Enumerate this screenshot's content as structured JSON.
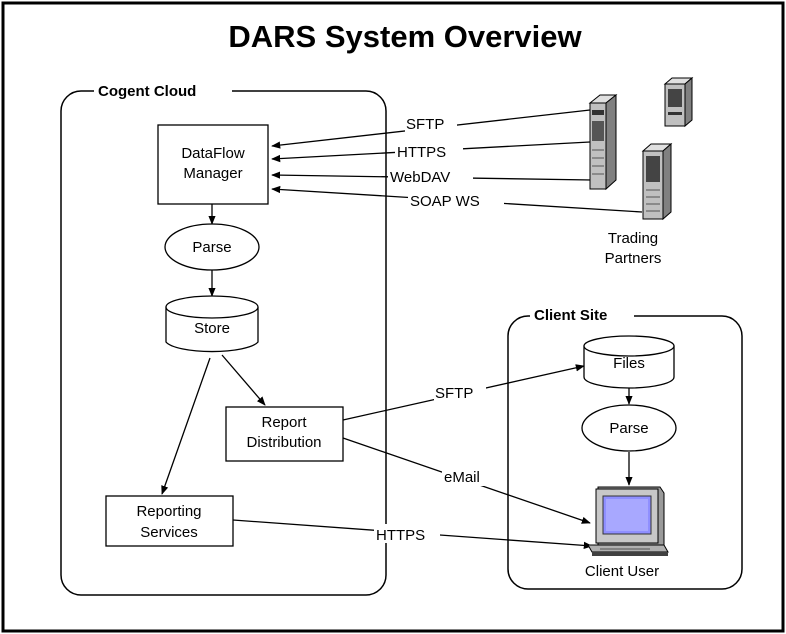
{
  "title": "DARS System Overview",
  "groups": {
    "cloud": "Cogent Cloud",
    "client": "Client Site"
  },
  "nodes": {
    "dataflow": [
      "DataFlow",
      "Manager"
    ],
    "parse_cloud": "Parse",
    "store": "Store",
    "report_distribution": [
      "Report",
      "Distribution"
    ],
    "reporting_services": [
      "Reporting",
      "Services"
    ],
    "files": "Files",
    "parse_client": "Parse",
    "client_user": "Client User",
    "trading_partners": [
      "Trading",
      "Partners"
    ]
  },
  "edges": {
    "sftp_in": "SFTP",
    "https_in": "HTTPS",
    "webdav": "WebDAV",
    "soap": "SOAP WS",
    "sftp_out": "SFTP",
    "email": "eMail",
    "https_out": "HTTPS"
  },
  "colors": {
    "line": "#000000",
    "monitor_screen": "#8f8fff",
    "server_body": "#c0c0c0"
  }
}
